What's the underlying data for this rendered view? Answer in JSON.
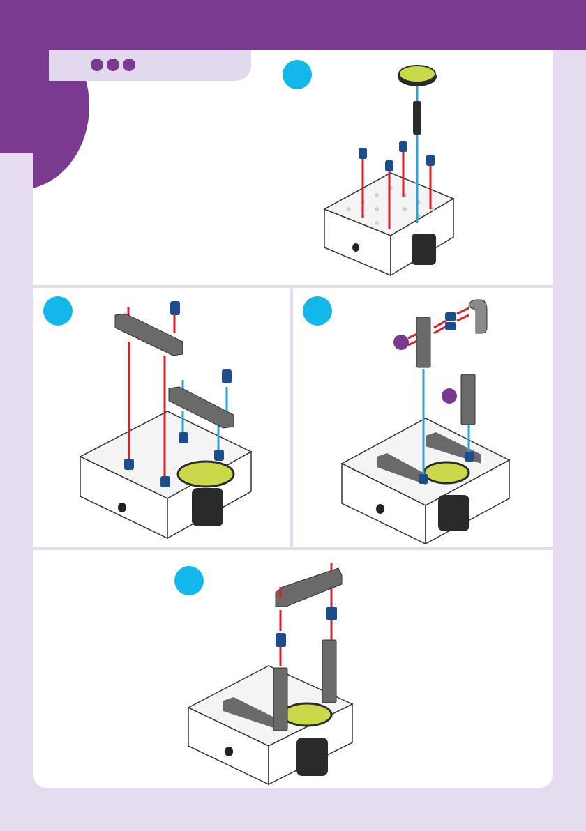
{
  "colors": {
    "brand_purple": "#7a3a8f",
    "page_lavender": "#e5ddef",
    "step_blue": "#12b8ea",
    "guide_red": "#d91e2a",
    "guide_blue": "#2ba3d9",
    "peg_blue": "#1e4d8c",
    "gear_yellow": "#c9d94a"
  },
  "header": {
    "progress_dots": 3
  },
  "steps": [
    {
      "id": "step-1",
      "parts": [
        "gear",
        "axle",
        "peg",
        "peg",
        "peg",
        "peg",
        "motor-cube"
      ]
    },
    {
      "id": "step-2",
      "parts": [
        "rod-7",
        "rod-7",
        "peg",
        "peg",
        "peg",
        "peg",
        "motor-cube"
      ]
    },
    {
      "id": "step-3",
      "parts": [
        "rod-3",
        "rod-4",
        "corner-connector",
        "peg",
        "peg",
        "motor-cube"
      ],
      "sub_steps": 2
    },
    {
      "id": "step-4",
      "parts": [
        "rod-7",
        "peg",
        "peg",
        "motor-cube"
      ]
    }
  ]
}
